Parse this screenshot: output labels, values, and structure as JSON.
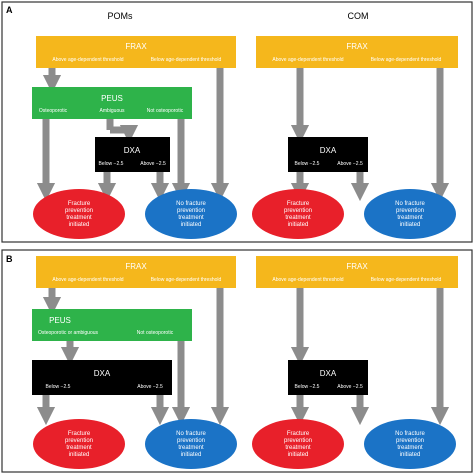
{
  "panel_a": {
    "letter": "A",
    "left_title": "POMs",
    "right_title": "COM",
    "frax_left": {
      "title": "FRAX",
      "above": "Above age-dependent threshold",
      "below": "Below age-dependent threshold"
    },
    "frax_right": {
      "title": "FRAX",
      "above": "Above age-dependent threshold",
      "below": "Below age-dependent threshold"
    },
    "peus": {
      "title": "PEUS",
      "osteoporotic": "Osteoporotic",
      "ambiguous": "Ambiguous",
      "not_osteoporotic": "Not osteoporotic"
    },
    "dxa_left": {
      "title": "DXA",
      "below": "Below −2.5",
      "above": "Above −2.5"
    },
    "dxa_right": {
      "title": "DXA",
      "below": "Below −2.5",
      "above": "Above −2.5"
    },
    "red_left": {
      "l1": "Fracture",
      "l2": "prevention",
      "l3": "treatment",
      "l4": "initiated"
    },
    "blue_left": {
      "l1": "No fracture",
      "l2": "prevention",
      "l3": "treatment",
      "l4": "initiated"
    },
    "red_right": {
      "l1": "Fracture",
      "l2": "prevention",
      "l3": "treatment",
      "l4": "initiated"
    },
    "blue_right": {
      "l1": "No fracture",
      "l2": "prevention",
      "l3": "treatment",
      "l4": "initiated"
    }
  },
  "panel_b": {
    "letter": "B",
    "frax_left": {
      "title": "FRAX",
      "above": "Above age-dependent threshold",
      "below": "Below age-dependent threshold"
    },
    "frax_right": {
      "title": "FRAX",
      "above": "Above age-dependent threshold",
      "below": "Below age-dependent threshold"
    },
    "peus": {
      "title": "PEUS",
      "osteoporotic": "Osteoporotic or ambiguous",
      "not_osteoporotic": "Not osteoporotic"
    },
    "dxa_left": {
      "title": "DXA",
      "below": "Below −2.5",
      "above": "Above −2.5"
    },
    "dxa_right": {
      "title": "DXA",
      "below": "Below −2.5",
      "above": "Above −2.5"
    },
    "red_left": {
      "l1": "Fracture",
      "l2": "prevention",
      "l3": "treatment",
      "l4": "initiated"
    },
    "blue_left": {
      "l1": "No fracture",
      "l2": "prevention",
      "l3": "treatment",
      "l4": "initiated"
    },
    "red_right": {
      "l1": "Fracture",
      "l2": "prevention",
      "l3": "treatment",
      "l4": "initiated"
    },
    "blue_right": {
      "l1": "No fracture",
      "l2": "prevention",
      "l3": "treatment",
      "l4": "initiated"
    }
  },
  "colors": {
    "frax": "#f5b71c",
    "peus": "#2eb34a",
    "dxa": "#000000",
    "fracture": "#e8202a",
    "no_fracture": "#1b73c6",
    "arrow": "#8c8c8c",
    "panel_border": "#333333"
  }
}
